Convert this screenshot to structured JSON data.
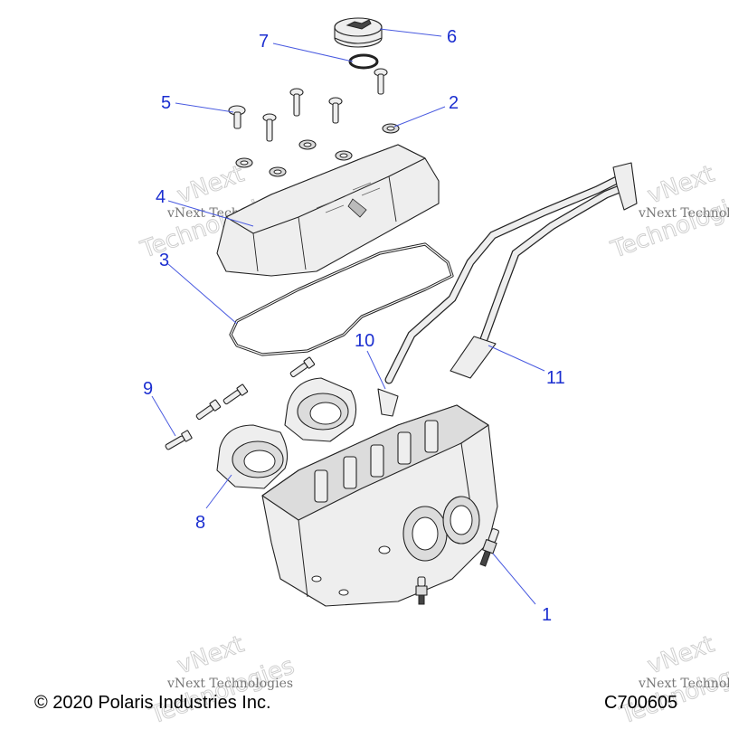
{
  "diagram": {
    "callouts": [
      "1",
      "2",
      "3",
      "4",
      "5",
      "6",
      "7",
      "8",
      "9",
      "10",
      "11"
    ]
  },
  "watermark": {
    "line1": "vNext Technologies",
    "line2": "Technologies",
    "line3": "vNext"
  },
  "footer": {
    "copyright": "© 2020 Polaris Industries Inc.",
    "code": "C700605"
  },
  "colors": {
    "callout": "#1c2fd0",
    "leader": "#4a5be0",
    "line": "#222222"
  }
}
